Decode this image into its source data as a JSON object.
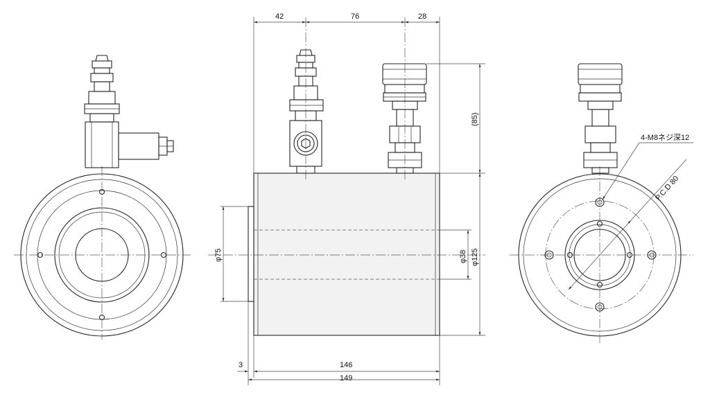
{
  "dimensions": {
    "top_left": "42",
    "top_mid": "76",
    "top_right": "28",
    "height_85": "(85)",
    "dia_75": "φ75",
    "dia_38": "φ38",
    "dia_125": "φ125",
    "bottom_3": "3",
    "bottom_146": "146",
    "bottom_149": "149"
  },
  "annotations": {
    "tap_hole": "4-M8ネジ深12",
    "pcd": "P.C.D 80"
  },
  "colors": {
    "line": "#222222",
    "background": "#ffffff"
  }
}
